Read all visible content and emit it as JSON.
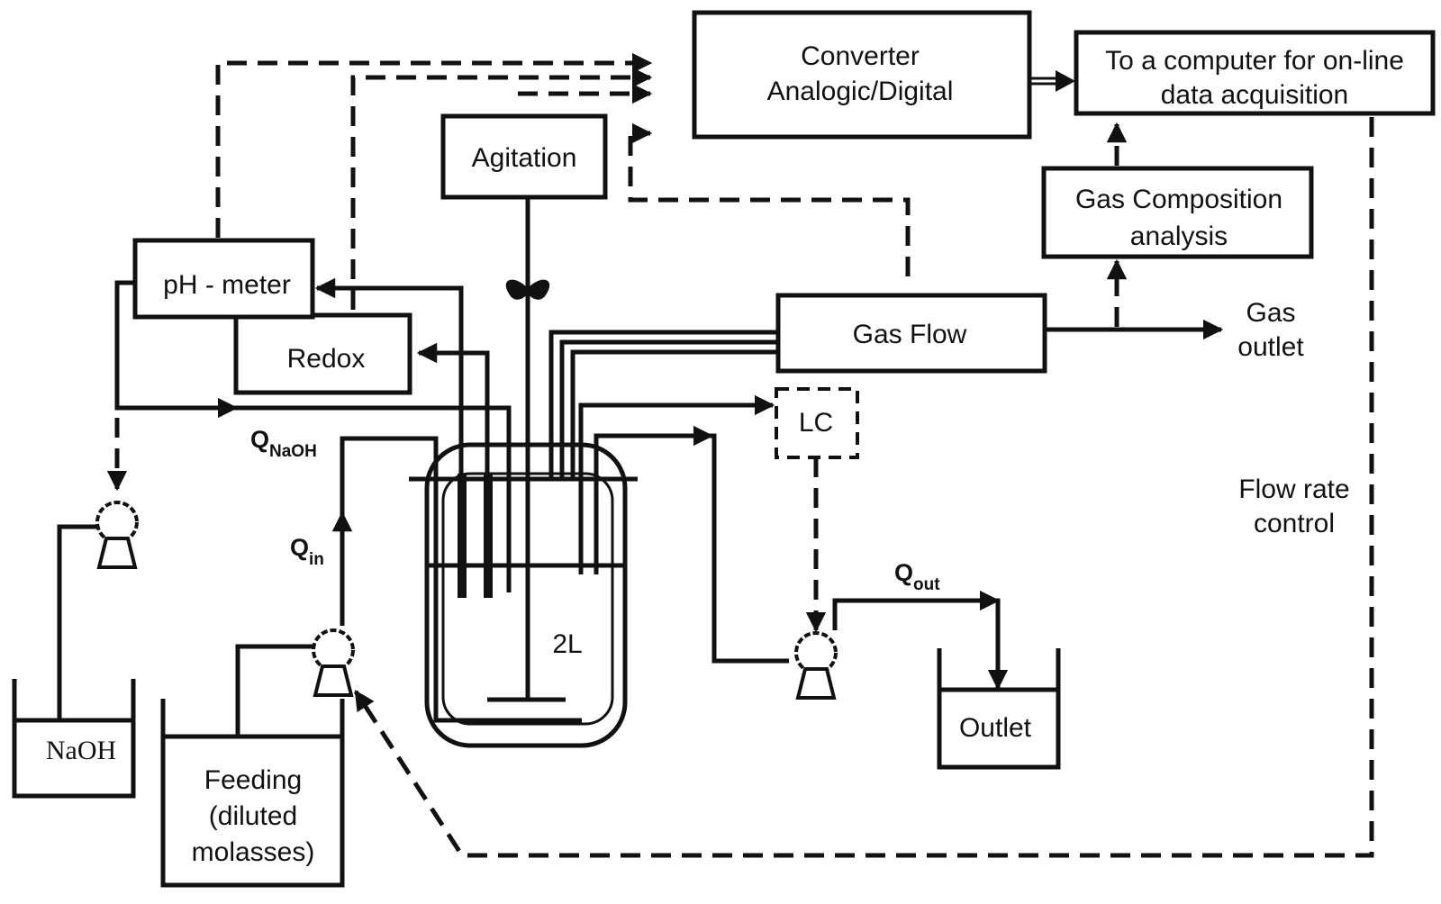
{
  "colors": {
    "line": "#111111",
    "background": "#ffffff"
  },
  "boxes": {
    "converter": [
      "Converter",
      "Analogic/Digital"
    ],
    "computer": [
      "To a computer for on-line",
      "data acquisition"
    ],
    "agitation": "Agitation",
    "gas_composition": [
      "Gas Composition",
      "analysis"
    ],
    "ph_meter": "pH - meter",
    "redox": "Redox",
    "gas_flow": "Gas Flow",
    "lc": "LC"
  },
  "labels": {
    "gas_outlet": [
      "Gas",
      "outlet"
    ],
    "flow_rate_control": [
      "Flow rate",
      "control"
    ],
    "reactor_volume": "2L",
    "q_naoh": {
      "main": "Q",
      "sub": "NaOH"
    },
    "q_in": {
      "main": "Q",
      "sub": "in"
    },
    "q_out": {
      "main": "Q",
      "sub": "out"
    }
  },
  "tanks": {
    "naoh": "NaOH",
    "feeding": [
      "Feeding",
      "(diluted",
      "molasses)"
    ],
    "outlet": "Outlet"
  },
  "icons": [
    "pump-icon",
    "reactor-vessel-icon",
    "agitator-impeller-icon",
    "arrow-icon"
  ]
}
